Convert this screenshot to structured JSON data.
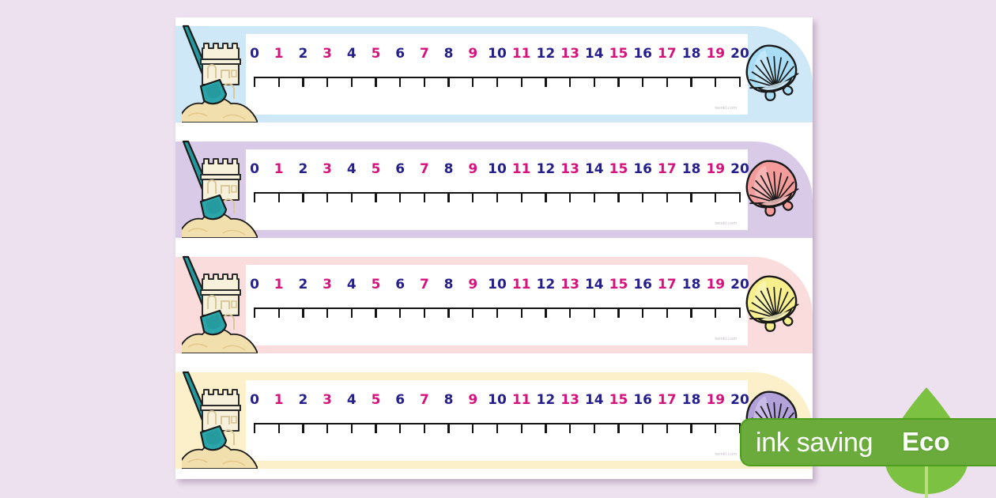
{
  "document": {
    "title": "Number Line 0 to 20 Banners",
    "background_color": "#eee1ef",
    "sheet_color": "#ffffff",
    "watermark": "twinkl.com"
  },
  "numberline": {
    "start": 0,
    "end": 20,
    "labels": [
      "0",
      "1",
      "2",
      "3",
      "4",
      "5",
      "6",
      "7",
      "8",
      "9",
      "10",
      "11",
      "12",
      "13",
      "14",
      "15",
      "16",
      "17",
      "18",
      "19",
      "20"
    ],
    "even_color": "#251f8c",
    "odd_color": "#d6137c",
    "axis_color": "#141414"
  },
  "strips": [
    {
      "id": "strip-blue",
      "band_color": "#cfe8f7",
      "shell_name": "scallop-shell-icon",
      "shell_color": "#a9dcf5",
      "shell_highlight": "#d9f0fc",
      "castle_name": "sandcastle-illustration"
    },
    {
      "id": "strip-lavender",
      "band_color": "#d9cbe8",
      "shell_name": "scallop-shell-icon",
      "shell_color": "#f49b9b",
      "shell_highlight": "#fbc9c9",
      "castle_name": "sandcastle-illustration"
    },
    {
      "id": "strip-pink",
      "band_color": "#fadcdc",
      "shell_name": "scallop-shell-icon",
      "shell_color": "#f6ef8c",
      "shell_highlight": "#fcf8c4",
      "castle_name": "sandcastle-illustration"
    },
    {
      "id": "strip-cream",
      "band_color": "#fbf0c9",
      "shell_name": "scallop-shell-icon",
      "shell_color": "#b3a2da",
      "shell_highlight": "#d8cdf0",
      "castle_name": "sandcastle-illustration"
    }
  ],
  "eco_badge": {
    "ink_label": "ink saving",
    "word_label": "Eco",
    "bar_color": "#6aab3c",
    "leaf_color": "#7dc142",
    "text_color": "#ffffff"
  },
  "art_colors": {
    "castle_fill": "#f7f1dc",
    "castle_outline": "#2b2b2b",
    "castle_detail": "#d8c79a",
    "sand_fill": "#f2dfae",
    "sand_shadow": "#e3c98a",
    "spade_fill": "#2aa6ab",
    "spade_dark": "#1d8489",
    "outline": "#1a1a1a"
  }
}
